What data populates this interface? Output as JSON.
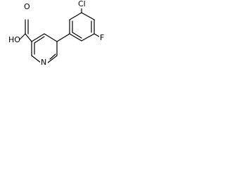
{
  "structure": {
    "atom_labels": {
      "hydroxyl": "HO",
      "carbonyl_oxygen": "O",
      "ring_nitrogen": "N",
      "chlorine": "Cl",
      "fluorine": "F"
    }
  },
  "colors": {
    "line": "#000000",
    "text": "#000000",
    "background": "#ffffff"
  }
}
